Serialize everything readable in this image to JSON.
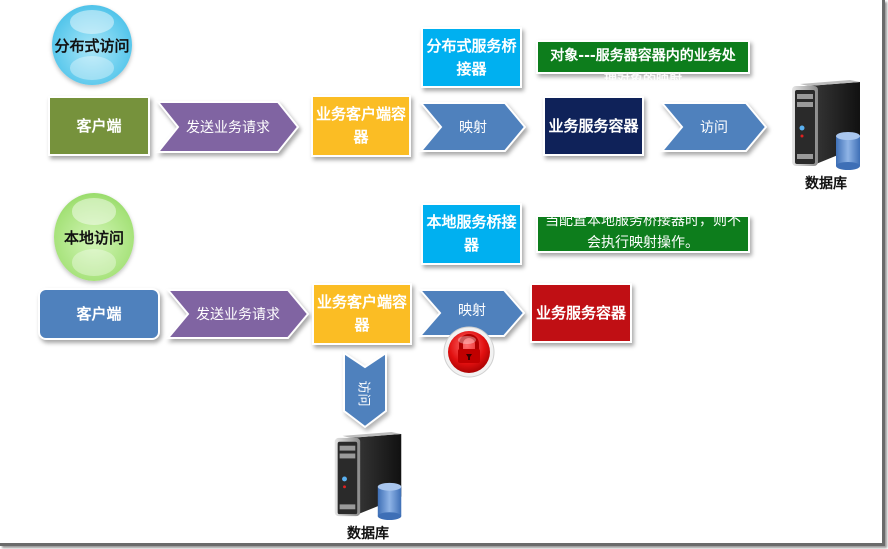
{
  "colors": {
    "olive": "#76923c",
    "purple": "#8064a2",
    "orange": "#fbbd24",
    "steel_blue": "#4f81bd",
    "cyan": "#00b0f0",
    "green": "#0d7d1c",
    "navy": "#0f2259",
    "red": "#c00f14",
    "bubble_blue": "#6dd0f0",
    "bubble_green": "#9cdc68"
  },
  "distributed": {
    "title": "分布式访问",
    "client": "客户端",
    "send_request": "发送业务请求",
    "client_container": "业务客户端容器",
    "bridge": "分布式服务桥接器",
    "note_line1": "对象---服务器容器内的业务处",
    "note_line2": "理对象的映射",
    "mapping": "映射",
    "server_container": "业务服务容器",
    "access": "访问",
    "database": "数据库"
  },
  "local": {
    "title": "本地访问",
    "client": "客户端",
    "send_request": "发送业务请求",
    "client_container": "业务客户端容器",
    "bridge": "本地服务桥接器",
    "note": "当配置本地服务桥接器时，则不会执行映射操作。",
    "mapping": "映射",
    "server_container": "业务服务容器",
    "access": "访问",
    "database": "数据库",
    "blocked_icon": "lock-icon"
  }
}
